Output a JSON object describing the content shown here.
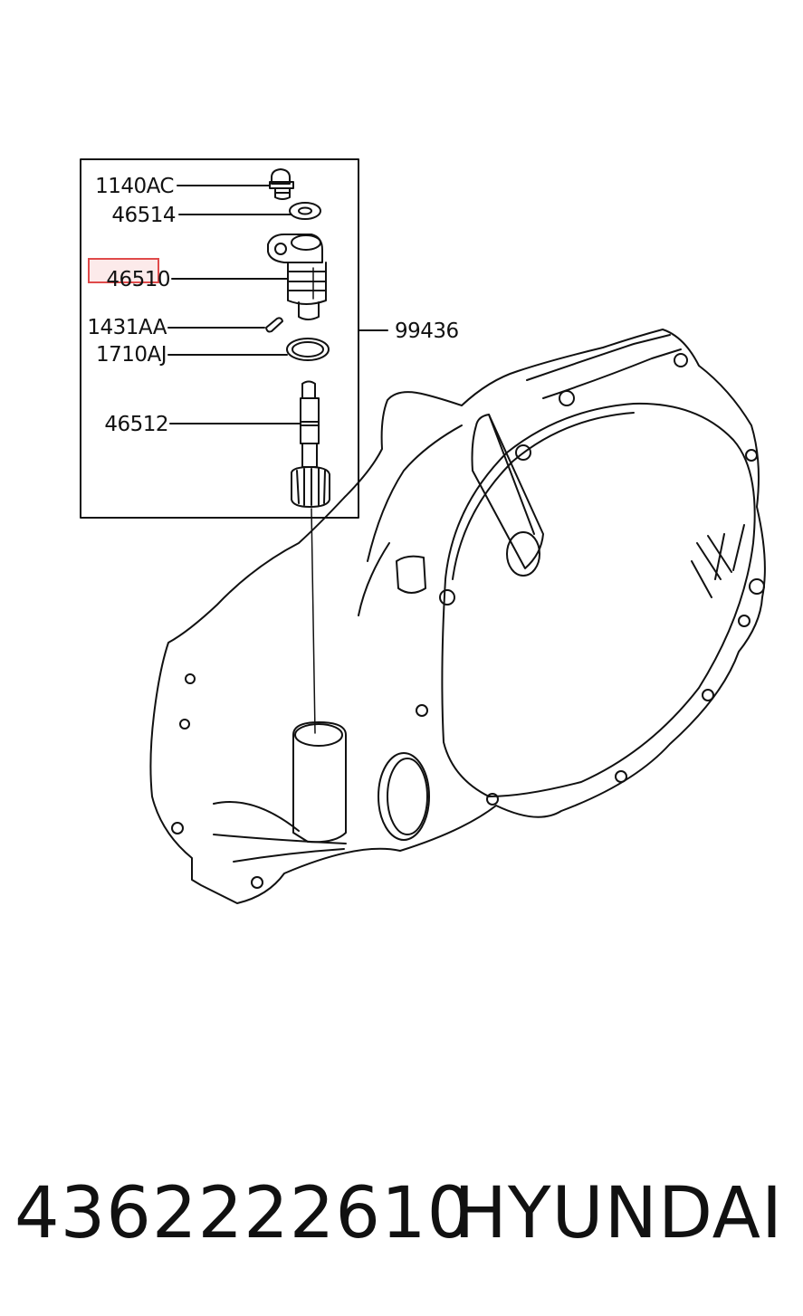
{
  "callouts": {
    "bolt": "1140AC",
    "washer": "46514",
    "sleeve": "46510",
    "pin": "1431AA",
    "oring": "1710AJ",
    "gear": "46512",
    "kit": "99436"
  },
  "highlighted_part": "46510",
  "footer": {
    "part_number": "4362222610",
    "brand": "HYUNDAI"
  },
  "colors": {
    "highlight": "#e04a4a",
    "line": "#111111"
  }
}
